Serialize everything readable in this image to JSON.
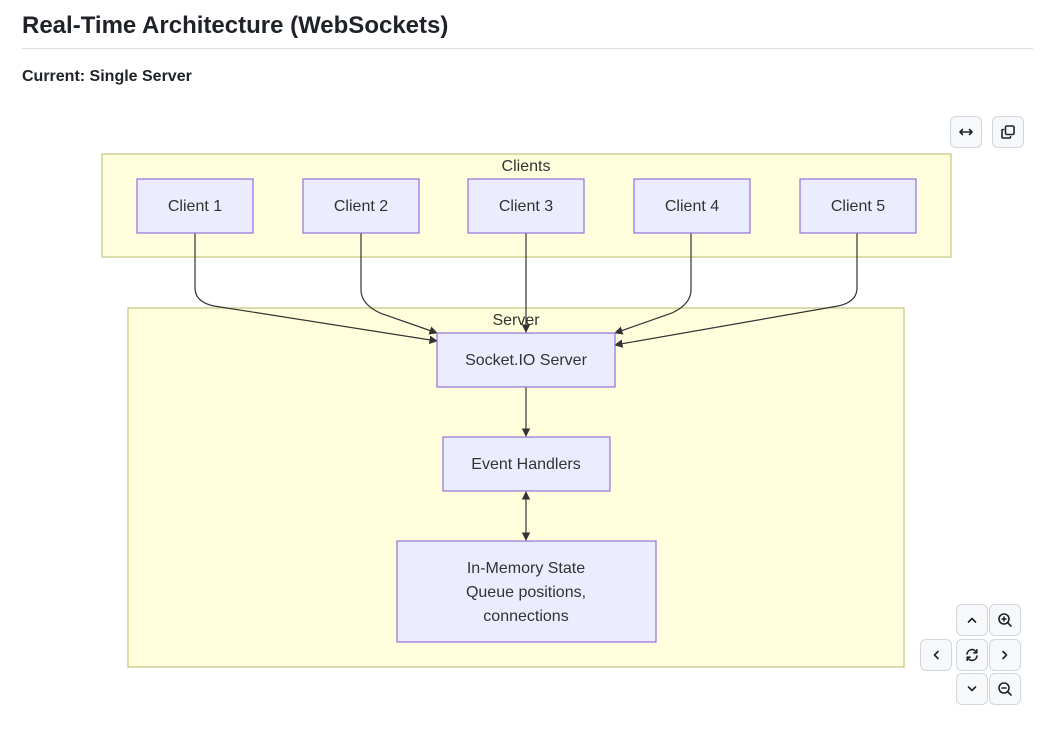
{
  "page": {
    "title": "Real-Time Architecture (WebSockets)",
    "section_title": "Current: Single Server"
  },
  "diagram": {
    "clusters": {
      "clients": "Clients",
      "server": "Server"
    },
    "nodes": {
      "client1": "Client 1",
      "client2": "Client 2",
      "client3": "Client 3",
      "client4": "Client 4",
      "client5": "Client 5",
      "socket_server": "Socket.IO Server",
      "event_handlers": "Event Handlers",
      "state_line1": "In-Memory State",
      "state_line2": "Queue positions,",
      "state_line3": "connections"
    },
    "edges": [
      {
        "from": "Client 1",
        "to": "Socket.IO Server"
      },
      {
        "from": "Client 2",
        "to": "Socket.IO Server"
      },
      {
        "from": "Client 3",
        "to": "Socket.IO Server"
      },
      {
        "from": "Client 4",
        "to": "Socket.IO Server"
      },
      {
        "from": "Client 5",
        "to": "Socket.IO Server"
      },
      {
        "from": "Socket.IO Server",
        "to": "Event Handlers"
      },
      {
        "from": "Event Handlers",
        "to": "In-Memory State",
        "bidirectional": true
      }
    ]
  },
  "controls": {
    "top": [
      "expand-horizontal-icon",
      "copy-icon"
    ],
    "pan_zoom": [
      "chevron-up-icon",
      "zoom-in-icon",
      "chevron-left-icon",
      "reset-icon",
      "chevron-right-icon",
      "chevron-down-icon",
      "zoom-out-icon"
    ]
  },
  "colors": {
    "cluster_fill": "#ffffde",
    "cluster_stroke": "#c9c98a",
    "node_fill": "#ececff",
    "node_stroke": "#9370db",
    "edge": "#333333"
  }
}
